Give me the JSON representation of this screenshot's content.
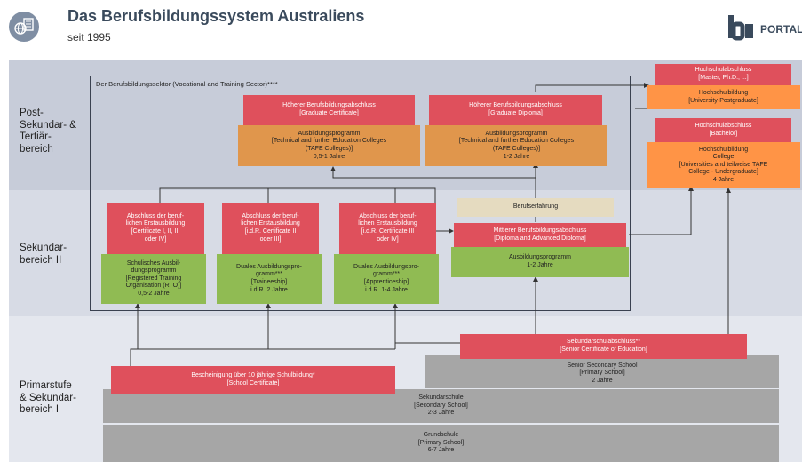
{
  "header": {
    "title": "Das Berufsbildungssystem Australiens",
    "subtitle": "seit 1995",
    "logo_text": "PORTAL"
  },
  "levels": {
    "post": [
      "Post-",
      "Sekundar- &",
      "Tertiär-",
      "bereich"
    ],
    "sek2": [
      "Sekundar-",
      "bereich II"
    ],
    "prim": [
      "Primarstufe",
      "& Sekundar-",
      "bereich I"
    ]
  },
  "sector_label": "Der Berufsbildungssektor (Vocational and Training Sector)****",
  "boxes": {
    "grad_cert": [
      "Höherer Berufsbildungsabschluss",
      "[Graduate Certificate]"
    ],
    "grad_cert_prog": [
      "Ausbildungsprogramm",
      "[Technical and further Education Colleges",
      "(TAFE Colleges)]",
      "0,5-1 Jahre"
    ],
    "grad_dipl": [
      "Höherer Berufsbildungsabschluss",
      "[Graduate Diploma]"
    ],
    "grad_dipl_prog": [
      "Ausbildungsprogramm",
      "[Technical and further Education Colleges",
      "(TAFE Colleges)]",
      "1-2 Jahre"
    ],
    "master": [
      "Hochschulabschluss",
      "[Master; Ph.D.; ...]"
    ],
    "postgrad": [
      "Hochschulbildung",
      "[University-Postgraduate]"
    ],
    "bachelor": [
      "Hochschulabschluss",
      "[Bachelor]"
    ],
    "undergrad": [
      "Hochschulbildung",
      "College",
      "[Universities and teilweise TAFE",
      "College - Undergraduate]",
      "4 Jahre"
    ],
    "cert1": [
      "Abschluss der beruf-",
      "lichen Erstausbildung",
      "[Certificate I, II, III",
      "oder IV]"
    ],
    "cert2": [
      "Abschluss der beruf-",
      "lichen Erstausbildung",
      "[i.d.R. Certificate II",
      "oder III]"
    ],
    "cert3": [
      "Abschluss der beruf-",
      "lichen Erstausbildung",
      "[i.d.R. Certificate III",
      "oder IV]"
    ],
    "school_prog": [
      "Schulisches Ausbil-",
      "dungsprogramm",
      "[Registered Training",
      "Organisation (RTO)]",
      "0,5-2 Jahre"
    ],
    "dual1": [
      "Duales Ausbildungspro-",
      "gramm***",
      "[Traineeship]",
      "i.d.R. 2 Jahre"
    ],
    "dual2": [
      "Duales Ausbildungspro-",
      "gramm***",
      "[Apprenticeship]",
      "i.d.R. 1-4 Jahre"
    ],
    "experience": [
      "Berufserfahrung"
    ],
    "diploma": [
      "Mittlerer Berufsbildungsabschluss",
      "[Diploma and Advanced Diploma]"
    ],
    "diploma_prog": [
      "Ausbildungsprogramm",
      "1-2 Jahre"
    ],
    "sec_cert": [
      "Sekundarschulabschluss**",
      "[Senior Certificate of Education]"
    ],
    "senior_school": [
      "Senior Secondary School",
      "[Primary School]",
      "2 Jahre"
    ],
    "school_cert": [
      "Bescheinigung über 10 jährige Schulbildung*",
      "[School Certificate]"
    ],
    "sec_school": [
      "Sekundarschule",
      "[Secondary School]",
      "2-3 Jahre"
    ],
    "primary": [
      "Grundschule",
      "[Primary School]",
      "6-7 Jahre"
    ]
  }
}
